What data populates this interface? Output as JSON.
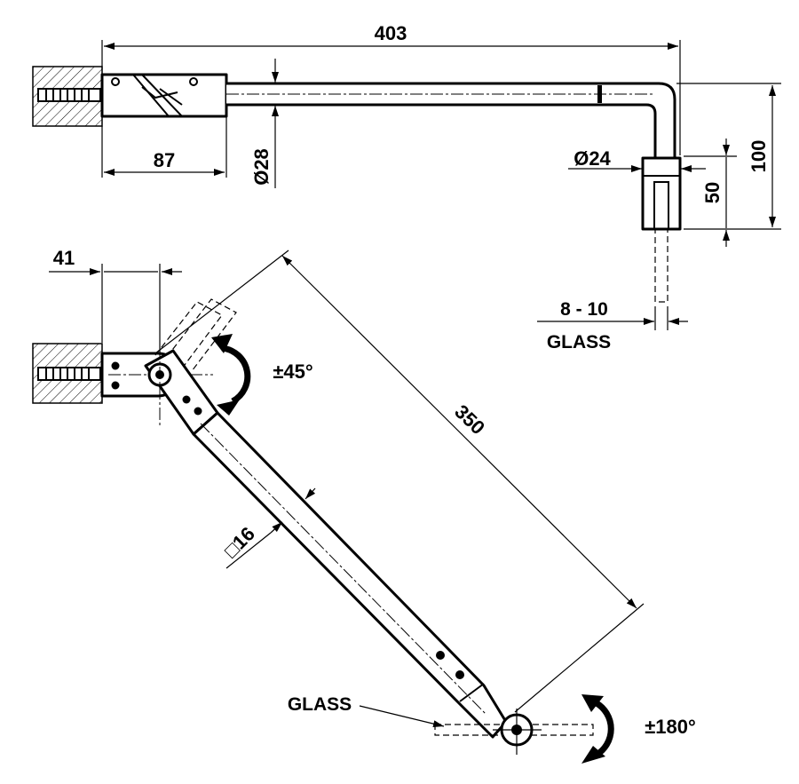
{
  "dimensions": {
    "total_length": "403",
    "base_length": "87",
    "tube_diameter": "Ø28",
    "clamp_diameter": "Ø24",
    "total_height": "100",
    "clamp_height": "50",
    "offset": "41",
    "arm_length": "350",
    "arm_section": "□16"
  },
  "glass_thickness": {
    "range": "8 - 10",
    "label": "GLASS"
  },
  "glass_label": "GLASS",
  "rotation": {
    "base_angle": "±45°",
    "clamp_angle": "±180°"
  }
}
